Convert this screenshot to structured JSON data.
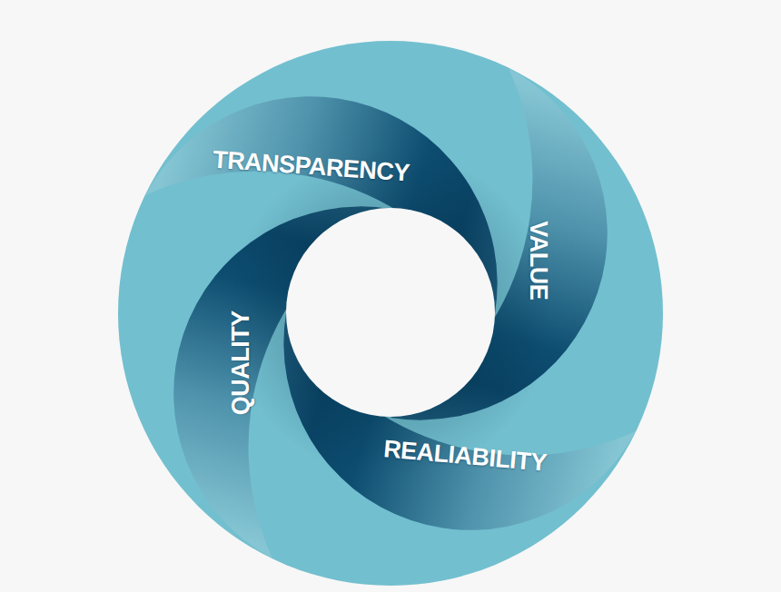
{
  "diagram": {
    "nodes": [
      {
        "text": [
          "TRANSPARENCY"
        ]
      },
      {
        "text": [
          "VALUE"
        ]
      },
      {
        "text": [
          "REALIABILITY"
        ]
      },
      {
        "text": [
          "QUALITY"
        ]
      }
    ]
  }
}
